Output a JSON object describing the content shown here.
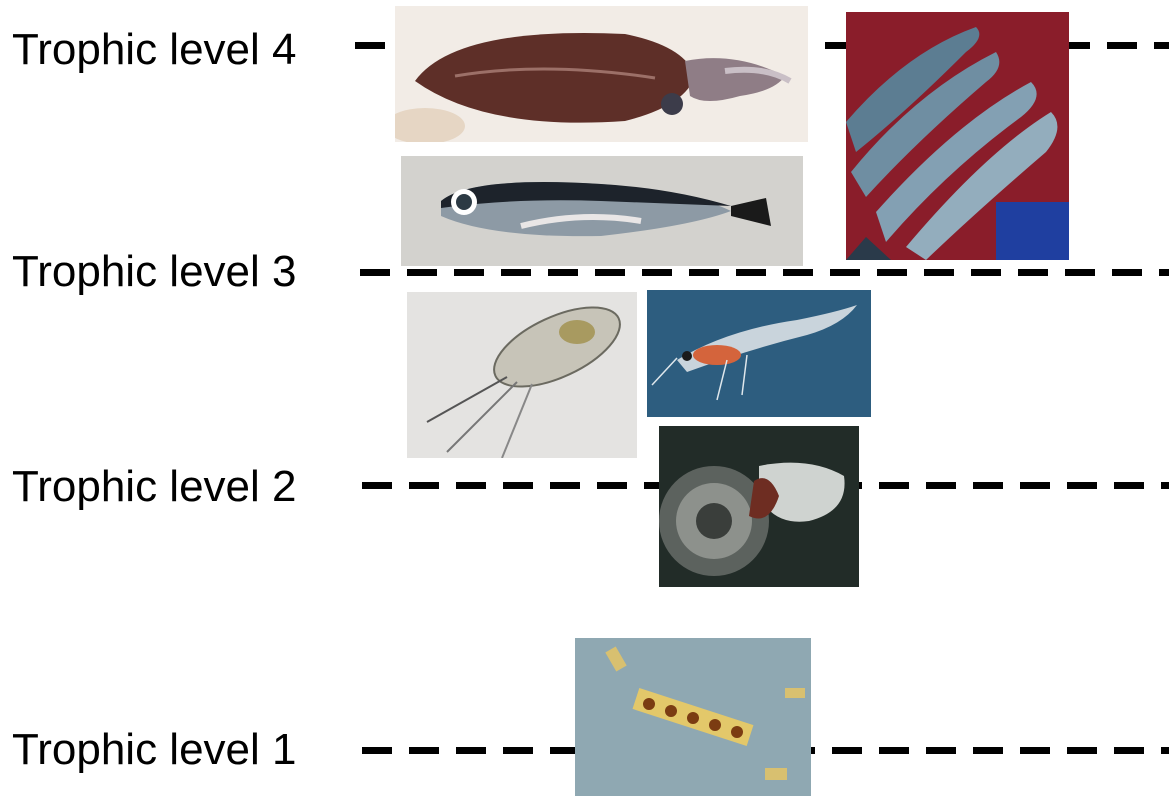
{
  "levels": [
    {
      "label": "Trophic level 4"
    },
    {
      "label": "Trophic level 3"
    },
    {
      "label": "Trophic level 2"
    },
    {
      "label": "Trophic level 1"
    }
  ],
  "organisms": [
    {
      "name": "squid",
      "level": 4
    },
    {
      "name": "salmon",
      "level": 4
    },
    {
      "name": "lanternfish",
      "level": 3
    },
    {
      "name": "copepod",
      "level": 2
    },
    {
      "name": "krill",
      "level": 2
    },
    {
      "name": "pteropod",
      "level": 2
    },
    {
      "name": "diatom chain",
      "level": 1
    }
  ]
}
